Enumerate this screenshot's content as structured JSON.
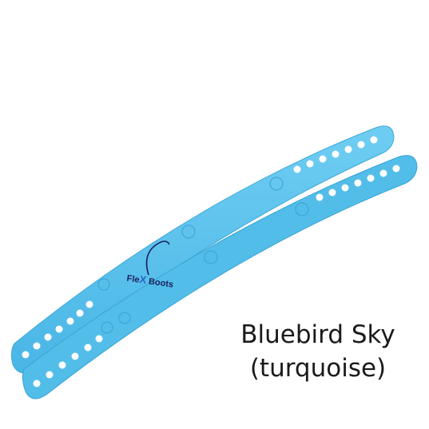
{
  "product": {
    "logo_text_a": "Fle",
    "logo_text_b": "X",
    "logo_text_c": " Boots"
  },
  "caption": {
    "line1": "Bluebird Sky",
    "line2": "(turquoise)"
  },
  "colors": {
    "strap_fill": "#55c1ec",
    "strap_edge": "#3fa8d8",
    "hole_fill": "#ffffff",
    "logo_navy": "#1b1f5c",
    "logo_blue": "#2a66c9",
    "caption_text": "#1a1a1a"
  }
}
